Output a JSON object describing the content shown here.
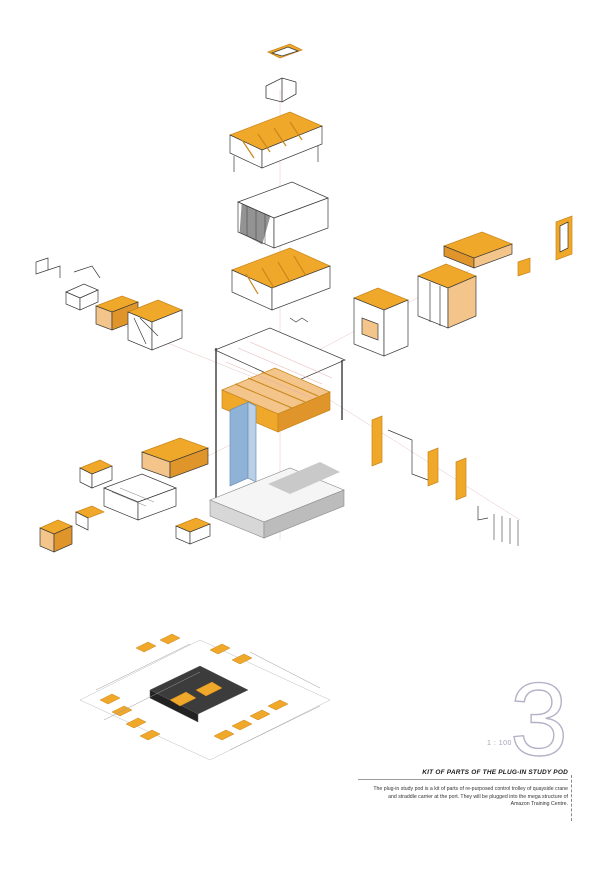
{
  "sheet": {
    "number": "3",
    "scale_label": "1 : 100",
    "caption_title": "KIT OF PARTS OF THE PLUG-IN STUDY POD",
    "caption_lines": [
      "The plug-in study pod is a kit of parts of re-purposed control trolley of quayside crane",
      "and straddle carrier at the port. They will be plugged into the mega structure of",
      "Amazon Training Centre."
    ]
  },
  "colors": {
    "accent": "#f0a82a",
    "accent_dark": "#c9861b",
    "line": "#3a3a3a",
    "structure_blue": "#8fb3d6",
    "shadow": "#c9c9c9",
    "number_stroke": "#b7b1c7"
  }
}
